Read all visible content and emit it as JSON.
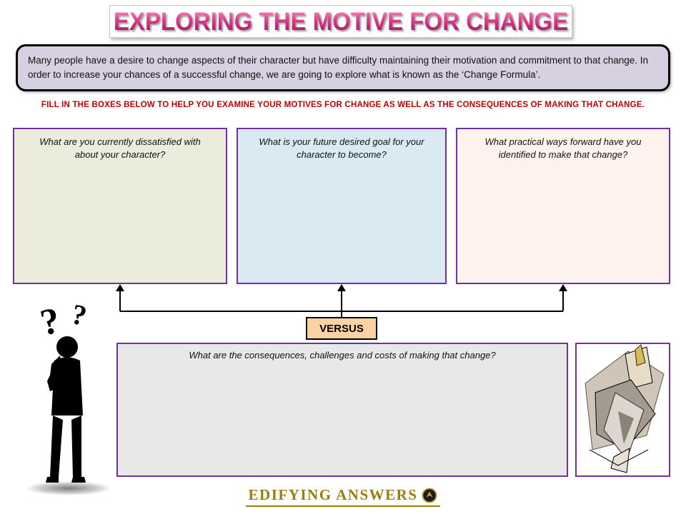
{
  "title": "EXPLORING THE MOTIVE FOR CHANGE",
  "intro_text": "Many people have a desire to change aspects of their character but have difficulty maintaining their motivation and commitment to that change. In order to increase your chances of a successful change, we are going to explore what is known as the ‘Change Formula’.",
  "instruction_text": "FILL IN THE BOXES BELOW TO HELP YOU EXAMINE YOUR MOTIVES FOR CHANGE AS WELL AS THE CONSEQUENCES OF MAKING THAT CHANGE.",
  "prompt_boxes": [
    {
      "prompt": "What are you currently dissatisfied with about your character?",
      "fill_color": "#ebecdb"
    },
    {
      "prompt": "What is your future desired goal for your character to become?",
      "fill_color": "#d9eaf3"
    },
    {
      "prompt": "What practical ways forward have you identified to make that change?",
      "fill_color": "#fdf3ec"
    }
  ],
  "versus_label": "VERSUS",
  "consequences_box": {
    "prompt": "What are the consequences, challenges and costs of making that change?",
    "fill_color": "#e9e8e8"
  },
  "figure": {
    "question_marks": [
      "?",
      "?"
    ]
  },
  "footer": {
    "brand": "EDIFYING ANSWERS"
  },
  "colors": {
    "title_pink": "#c02574",
    "intro_bg": "#d7d0e0",
    "instruction_red": "#c00000",
    "box_border_purple": "#7030a0",
    "versus_bg": "#fbd3a2",
    "consequences_bg": "#e9e8e8",
    "brand_gold": "#9a7d0a"
  }
}
